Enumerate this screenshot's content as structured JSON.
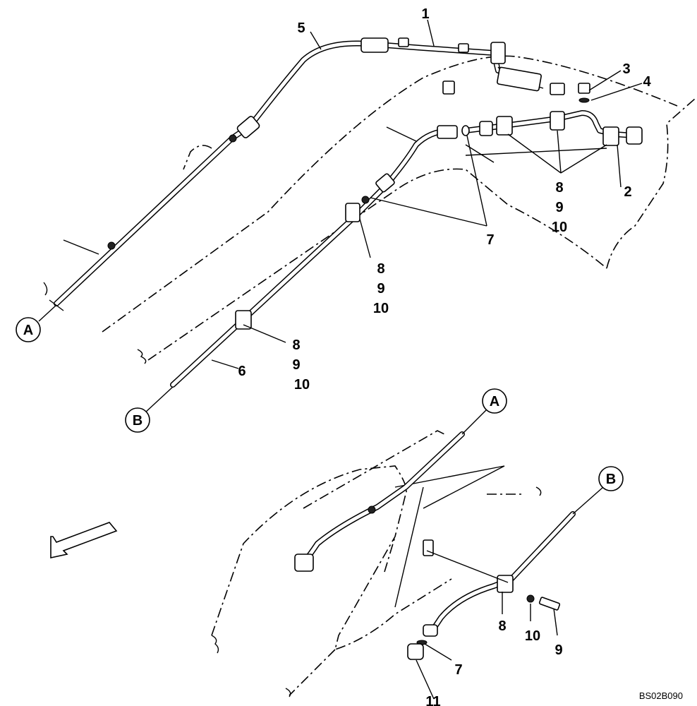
{
  "diagram": {
    "code": "BS02B090",
    "connectors": [
      "A",
      "B"
    ],
    "part_labels": {
      "p1": "1",
      "p2": "2",
      "p3": "3",
      "p4": "4",
      "p5": "5",
      "p6": "6",
      "p7a": "7",
      "p8a": "8",
      "p9a": "9",
      "p10a": "10",
      "p8b": "8",
      "p9b": "9",
      "p10b": "10",
      "p8c": "8",
      "p9c": "9",
      "p10c": "10",
      "p8d": "8",
      "p10d": "10",
      "p9d": "9",
      "p7b": "7",
      "p11": "11"
    }
  }
}
